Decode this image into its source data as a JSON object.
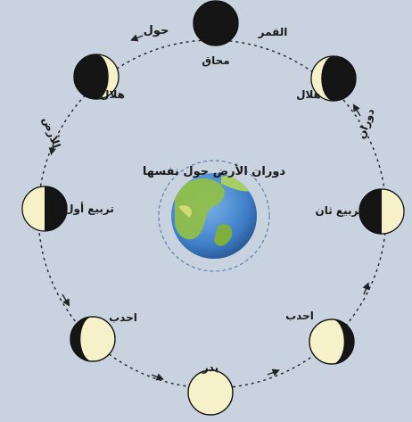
{
  "earth_caption": "دوران الأرض حول نفسها",
  "orbit_labels": {
    "top_left": "حول",
    "top_right": "القمر",
    "left": "الأرض",
    "right": "دوران"
  },
  "phases": [
    {
      "id": "new",
      "label": "محاق",
      "shade": "full",
      "lit_side": "none"
    },
    {
      "id": "waxing-crescent",
      "label": "هلال",
      "shade": "crescent",
      "lit_side": "left"
    },
    {
      "id": "first-quarter",
      "label": "تربيع ثان",
      "shade": "half",
      "lit_side": "right"
    },
    {
      "id": "waxing-gibbous",
      "label": "احدب",
      "shade": "gibbous",
      "lit_side": "left"
    },
    {
      "id": "full",
      "label": "بدر",
      "shade": "none",
      "lit_side": "all"
    },
    {
      "id": "waning-gibbous",
      "label": "احدب",
      "shade": "gibbous",
      "lit_side": "right"
    },
    {
      "id": "last-quarter",
      "label": "تربيع أول",
      "shade": "half",
      "lit_side": "left"
    },
    {
      "id": "waning-crescent",
      "label": "هلال",
      "shade": "crescent",
      "lit_side": "right"
    }
  ],
  "colors": {
    "background": "#c9d3df",
    "moon_dark": "#151515",
    "moon_lit": "#f6f1c8",
    "orbit": "#222222",
    "earth_ocean": "#3f7fc9",
    "earth_land": "#8fbf4a"
  }
}
